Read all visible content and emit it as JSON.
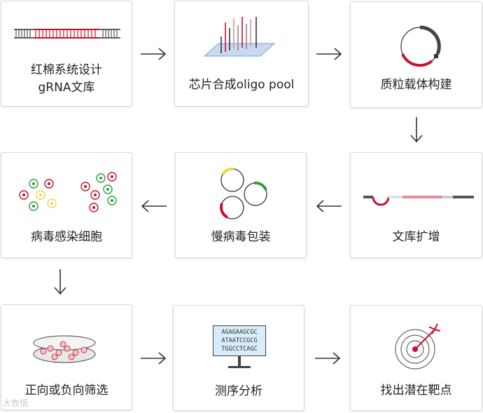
{
  "steps": [
    {
      "id": "s1",
      "line1": "红棉系统设计",
      "line2": "gRNA文库"
    },
    {
      "id": "s2",
      "line1": "芯片合成oligo pool"
    },
    {
      "id": "s3",
      "line1": "质粒载体构建"
    },
    {
      "id": "s4",
      "line1": "文库扩增"
    },
    {
      "id": "s5",
      "line1": "慢病毒包装"
    },
    {
      "id": "s6",
      "line1": "病毒感染细胞"
    },
    {
      "id": "s7",
      "line1": "正向或负向筛选"
    },
    {
      "id": "s8",
      "line1": "测序分析"
    },
    {
      "id": "s9",
      "line1": "找出潜在靶点"
    }
  ],
  "sequencing": {
    "line1": "AGAGAAGCGC",
    "line2": "ATAATCCGCG",
    "line3": "TGGCCTCAGC"
  },
  "watermark": "大牧悟",
  "colors": {
    "red": "#c8102e",
    "green": "#2e9e3e",
    "yellow": "#e8d84a",
    "gray": "#555555",
    "pink": "#e88a94"
  }
}
